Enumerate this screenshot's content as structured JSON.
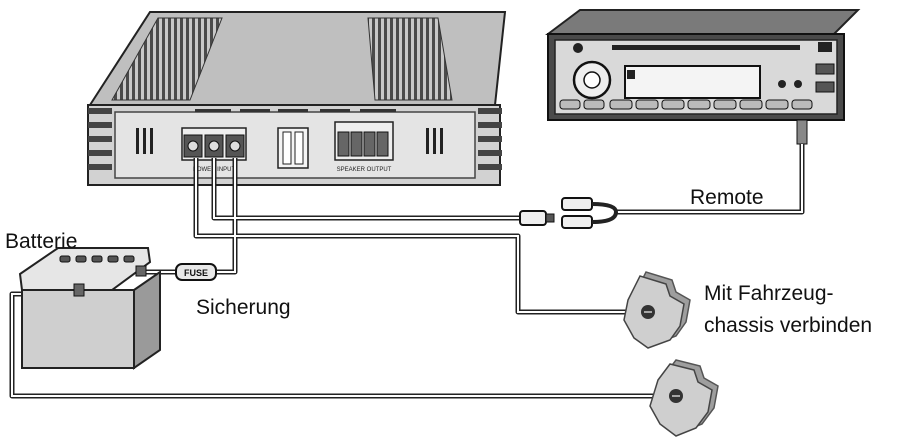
{
  "labels": {
    "remote": "Remote",
    "battery": "Batterie",
    "fuse_caption": "Sicherung",
    "chassis_line1": "Mit Fahrzeug-",
    "chassis_line2": "chassis verbinden"
  },
  "components": {
    "fuse_marking": "FUSE",
    "amplifier_panel": {
      "power_input": "POWER INPUT",
      "speaker_output": "SPEAKER OUTPUT"
    }
  }
}
